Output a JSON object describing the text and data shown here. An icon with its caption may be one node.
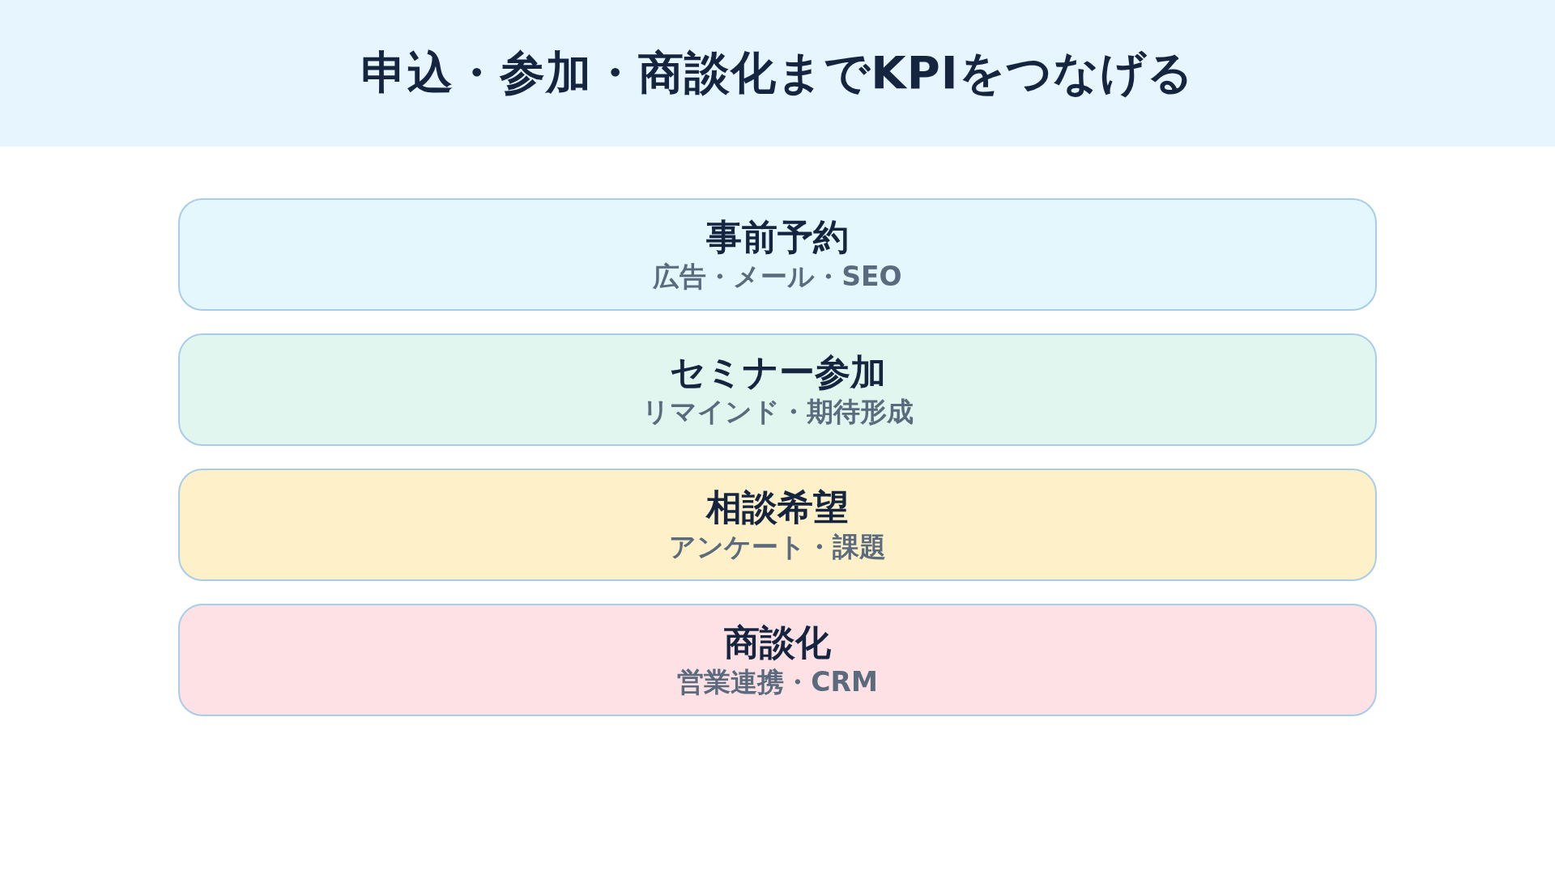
{
  "diagram": {
    "title": "申込・参加・商談化までKPIをつなげる",
    "nodes": [
      {
        "text": [
          "事前予約",
          "広告・メール・SEO"
        ]
      },
      {
        "text": [
          "セミナー参加",
          "リマインド・期待形成"
        ]
      },
      {
        "text": [
          "相談希望",
          "アンケート・課題"
        ]
      },
      {
        "text": [
          "商談化",
          "営業連携・CRM"
        ]
      }
    ]
  }
}
